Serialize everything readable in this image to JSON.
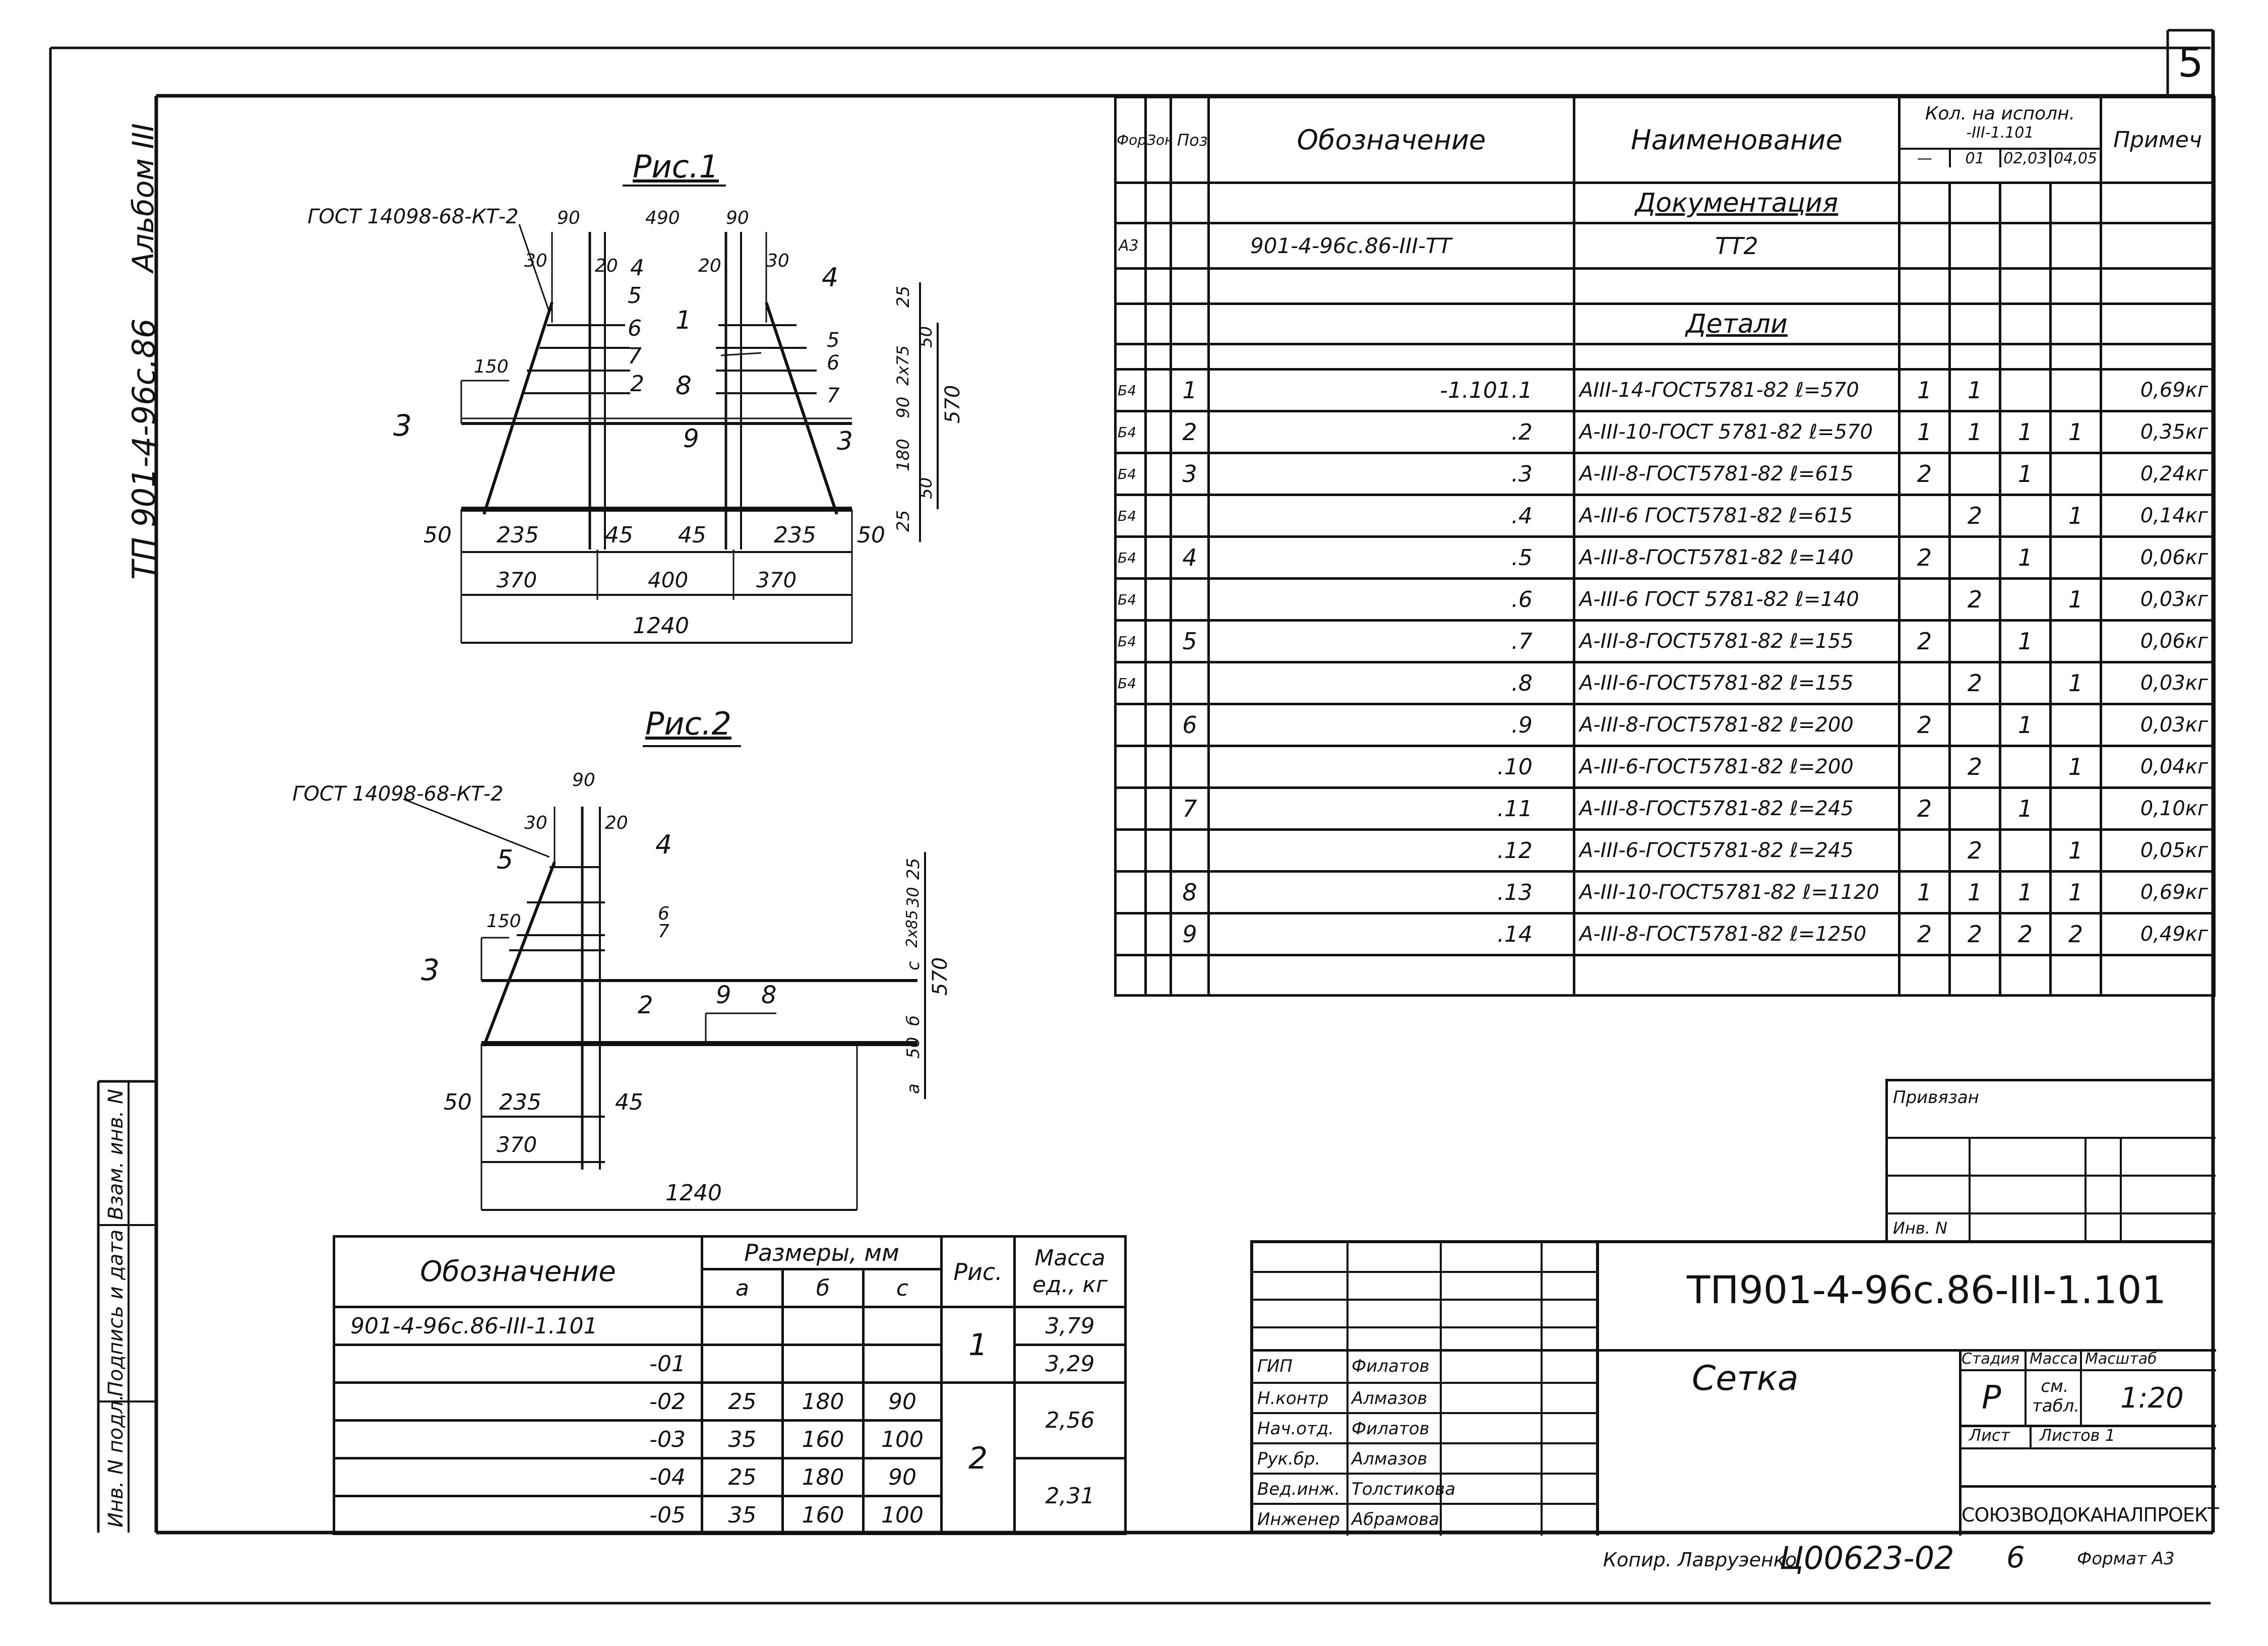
{
  "sheet_number": "5",
  "album_label": "Альбом III",
  "project_code_side": "ТП 901-4-96с.86",
  "fig1": {
    "title": "Рис.1",
    "gost": "ГОСТ 14098-68-КТ-2",
    "dims_top": [
      "90",
      "490",
      "90"
    ],
    "dims_small": [
      "30",
      "20",
      "20",
      "30"
    ],
    "pos_labels": [
      "1",
      "2",
      "3",
      "3",
      "4",
      "4",
      "5",
      "5",
      "6",
      "6",
      "7",
      "7",
      "8",
      "9"
    ],
    "dim_150": "150",
    "right_dims": [
      "25",
      "50",
      "2х75",
      "90",
      "180",
      "50",
      "570",
      "25"
    ],
    "bottom_dims_1": [
      "50",
      "235",
      "45",
      "45",
      "235",
      "50"
    ],
    "bottom_dims_2": [
      "370",
      "400",
      "370"
    ],
    "total": "1240"
  },
  "fig2": {
    "title": "Рис.2",
    "gost": "ГОСТ 14098-68-КТ-2",
    "dims_top": [
      "90",
      "30",
      "20"
    ],
    "pos_labels": [
      "5",
      "4",
      "6",
      "7",
      "3",
      "2",
      "9",
      "8"
    ],
    "dim_150": "150",
    "right_dims": [
      "25",
      "30",
      "2х85",
      "с",
      "570",
      "б",
      "50",
      "а"
    ],
    "bottom_dims_1": [
      "50",
      "235",
      "45"
    ],
    "bottom_dims_2": [
      "370"
    ],
    "total": "1240"
  },
  "spec_table": {
    "headers": {
      "format": "Формат",
      "zone": "Зона",
      "pos": "Поз",
      "designation": "Обозначение",
      "name": "Наименование",
      "qty": "Кол. на исполн.",
      "qty_sub": "-III-1.101",
      "cols": [
        "—",
        "01",
        "02,03",
        "04,05"
      ],
      "note": "Примеч"
    },
    "section_docs": "Документация",
    "doc_row": {
      "format": "А3",
      "designation": "901-4-96с.86-III-ТТ",
      "name": "ТТ2"
    },
    "section_details": "Детали",
    "rows": [
      {
        "format": "Б4",
        "pos": "1",
        "designation": "-1.101.1",
        "name": "АIII-14-ГОСТ5781-82  ℓ=570",
        "q": [
          "1",
          "1",
          "",
          ""
        ],
        "note": "0,69кг"
      },
      {
        "format": "Б4",
        "pos": "2",
        "designation": ".2",
        "name": "А-III-10-ГОСТ 5781-82  ℓ=570",
        "q": [
          "1",
          "1",
          "1",
          "1"
        ],
        "note": "0,35кг"
      },
      {
        "format": "Б4",
        "pos": "3",
        "designation": ".3",
        "name": "А-III-8-ГОСТ5781-82  ℓ=615",
        "q": [
          "2",
          "",
          "1",
          ""
        ],
        "note": "0,24кг"
      },
      {
        "format": "Б4",
        "pos": "",
        "designation": ".4",
        "name": "А-III-6 ГОСТ5781-82  ℓ=615",
        "q": [
          "",
          "2",
          "",
          "1"
        ],
        "note": "0,14кг"
      },
      {
        "format": "Б4",
        "pos": "4",
        "designation": ".5",
        "name": "А-III-8-ГОСТ5781-82  ℓ=140",
        "q": [
          "2",
          "",
          "1",
          ""
        ],
        "note": "0,06кг"
      },
      {
        "format": "Б4",
        "pos": "",
        "designation": ".6",
        "name": "А-III-6 ГОСТ 5781-82  ℓ=140",
        "q": [
          "",
          "2",
          "",
          "1"
        ],
        "note": "0,03кг"
      },
      {
        "format": "Б4",
        "pos": "5",
        "designation": ".7",
        "name": "А-III-8-ГОСТ5781-82  ℓ=155",
        "q": [
          "2",
          "",
          "1",
          ""
        ],
        "note": "0,06кг"
      },
      {
        "format": "Б4",
        "pos": "",
        "designation": ".8",
        "name": "А-III-6-ГОСТ5781-82  ℓ=155",
        "q": [
          "",
          "2",
          "",
          "1"
        ],
        "note": "0,03кг"
      },
      {
        "format": "",
        "pos": "6",
        "designation": ".9",
        "name": "А-III-8-ГОСТ5781-82  ℓ=200",
        "q": [
          "2",
          "",
          "1",
          ""
        ],
        "note": "0,03кг"
      },
      {
        "format": "",
        "pos": "",
        "designation": ".10",
        "name": "А-III-6-ГОСТ5781-82  ℓ=200",
        "q": [
          "",
          "2",
          "",
          "1"
        ],
        "note": "0,04кг"
      },
      {
        "format": "",
        "pos": "7",
        "designation": ".11",
        "name": "А-III-8-ГОСТ5781-82 ℓ=245",
        "q": [
          "2",
          "",
          "1",
          ""
        ],
        "note": "0,10кг"
      },
      {
        "format": "",
        "pos": "",
        "designation": ".12",
        "name": "А-III-6-ГОСТ5781-82 ℓ=245",
        "q": [
          "",
          "2",
          "",
          "1"
        ],
        "note": "0,05кг"
      },
      {
        "format": "",
        "pos": "8",
        "designation": ".13",
        "name": "А-III-10-ГОСТ5781-82 ℓ=1120",
        "q": [
          "1",
          "1",
          "1",
          "1"
        ],
        "note": "0,69кг"
      },
      {
        "format": "",
        "pos": "9",
        "designation": ".14",
        "name": "А-III-8-ГОСТ5781-82  ℓ=1250",
        "q": [
          "2",
          "2",
          "2",
          "2"
        ],
        "note": "0,49кг"
      }
    ]
  },
  "dims_table": {
    "h_designation": "Обозначение",
    "h_sizes": "Размеры, мм",
    "h_a": "а",
    "h_b": "б",
    "h_c": "с",
    "h_fig": "Рис.",
    "h_mass": "Масса ед., кг",
    "rows": [
      {
        "d": "901-4-96с.86-III-1.101",
        "a": "",
        "b": "",
        "c": "",
        "m": "3,79"
      },
      {
        "d": "-01",
        "a": "",
        "b": "",
        "c": "",
        "m": "3,29"
      },
      {
        "d": "-02",
        "a": "25",
        "b": "180",
        "c": "90",
        "m": "2,56"
      },
      {
        "d": "-03",
        "a": "35",
        "b": "160",
        "c": "100",
        "m": ""
      },
      {
        "d": "-04",
        "a": "25",
        "b": "180",
        "c": "90",
        "m": "2,31"
      },
      {
        "d": "-05",
        "a": "35",
        "b": "160",
        "c": "100",
        "m": ""
      }
    ],
    "fig_1": "1",
    "fig_2": "2"
  },
  "stamp": {
    "privyazan": "Привязан",
    "inv_n": "Инв. N",
    "code": "ТП901-4-96с.86-III-1.101",
    "title": "Сетка",
    "stage_h": "Стадия",
    "mass_h": "Масса",
    "scale_h": "Масштаб",
    "stage": "Р",
    "mass": "см. табл.",
    "scale": "1:20",
    "sheet_h": "Лист",
    "sheets_h": "Листов 1",
    "org": "СОЮЗВОДОКАНАЛПРОЕКТ",
    "people": [
      {
        "role": "ГИП",
        "name": "Филатов"
      },
      {
        "role": "Н.контр",
        "name": "Алмазов"
      },
      {
        "role": "Нач.отд.",
        "name": "Филатов"
      },
      {
        "role": "Рук.бр.",
        "name": "Алмазов"
      },
      {
        "role": "Вед.инж.",
        "name": "Толстикова"
      },
      {
        "role": "Инженер",
        "name": "Абрамова"
      }
    ]
  },
  "left_stamp": {
    "inv_podl": "Инв. N подл.",
    "podpis": "Подпись и дата",
    "vzam": "Взам. инв. N"
  },
  "footer": {
    "copied": "Копир. Лавруэенко",
    "number": "Ц00623-02",
    "six": "6",
    "format": "Формат А3"
  }
}
